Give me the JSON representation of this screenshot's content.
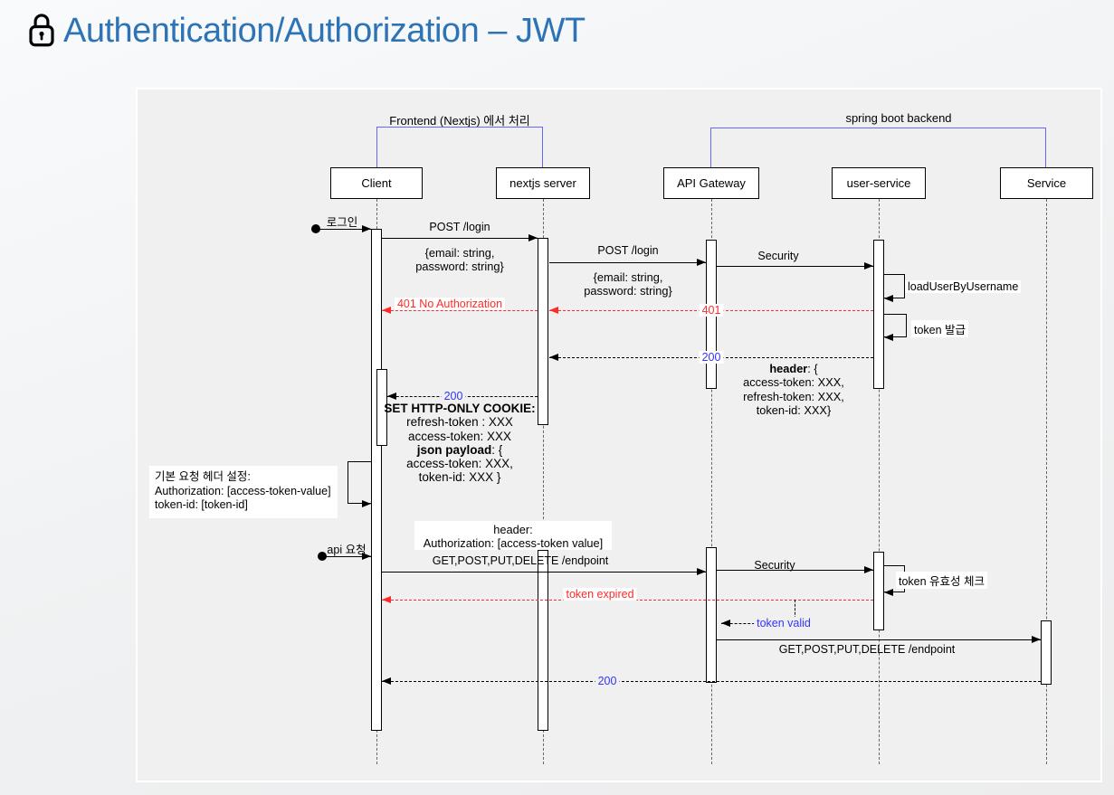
{
  "title": "Authentication/Authorization – JWT",
  "groups": {
    "frontend": "Frontend (Nextjs) 에서 처리",
    "backend": "spring boot backend"
  },
  "participants": {
    "client": "Client",
    "nextjs": "nextjs server",
    "gateway": "API Gateway",
    "user_service": "user-service",
    "service": "Service"
  },
  "messages": {
    "login_trigger": "로그인",
    "post_login": "POST /login",
    "post_login_body": "{email: string,\npassword: string}",
    "security": "Security",
    "load_user": "loadUserByUsername",
    "code_401": "401",
    "no_auth_401": "401 No Authorization",
    "token_issue": "token 발급",
    "code_200": "200",
    "api_request_trigger": "api 요청",
    "endpoint_call": "GET,POST,PUT,DELETE /endpoint",
    "token_check": "token 유효성 체크",
    "token_expired": "token expired",
    "token_valid": "token valid"
  },
  "notes": {
    "header_response": {
      "lead": "header",
      "rest": ": {",
      "lines": [
        "access-token: XXX,",
        "refresh-token: XXX,",
        "token-id: XXX}"
      ]
    },
    "set_cookie": {
      "title": "SET HTTP-ONLY COOKIE:",
      "line1": "refresh-token : XXX",
      "line2": "access-token: XXX",
      "json_lead": "json payload",
      "json_rest": ": {",
      "line3": "access-token: XXX,",
      "line4": "token-id: XXX }"
    },
    "default_headers": {
      "line1": "기본 요청 헤더 설정:",
      "line2": "Authorization:  [access-token-value]",
      "line3": "token-id: [token-id]"
    },
    "auth_header": {
      "line1": "header:",
      "line2": "Authorization: [access-token value]"
    }
  },
  "colors": {
    "title": "#2E74B5",
    "group_bracket": "#6666ff",
    "error": "#ff2a2a",
    "status": "#3333ff"
  }
}
